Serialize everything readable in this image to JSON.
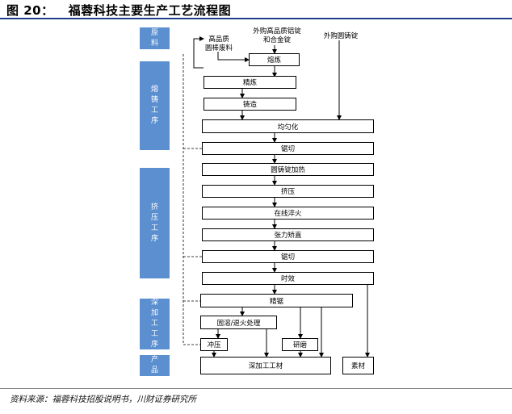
{
  "figure": {
    "number": "图 20：",
    "title": "福蓉科技主要生产工艺流程图",
    "source": "资料来源：福蓉科技招股说明书，川财证券研究所"
  },
  "stages": {
    "raw": "原料",
    "casting": "熔铸工序",
    "extrusion": "挤压工序",
    "deep": "深加工工序",
    "product": "产品"
  },
  "inputs": {
    "scrap": "高品质\n圆棒废料",
    "alloy": "外购高品质铝锭\n和合金锭",
    "billet": "外购圆铸锭"
  },
  "steps": {
    "melting": "熔炼",
    "refining": "精炼",
    "casting": "铸造",
    "homogenizing": "均匀化",
    "sawing1": "锯切",
    "heating": "圆铸锭加热",
    "extrusion": "挤压",
    "quench": "在线淬火",
    "stretch": "张力矫直",
    "sawing2": "锯切",
    "aging": "时效",
    "precision_sawing": "精锯",
    "solution": "固溶/退火处理",
    "stamping": "冲压",
    "grinding": "研磨",
    "deep_product": "深加工工材",
    "blank": "素材"
  }
}
